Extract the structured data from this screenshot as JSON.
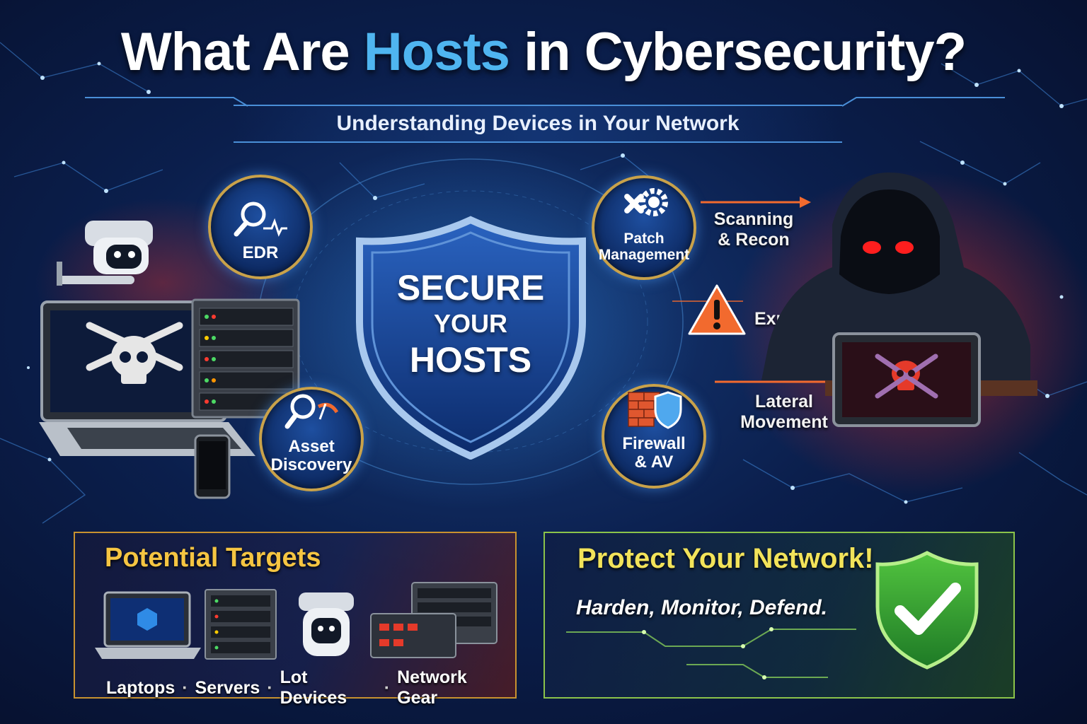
{
  "header": {
    "title_before": "What Are ",
    "title_highlight": "Hosts",
    "title_after": " in Cybersecurity?",
    "subtitle": "Understanding Devices in Your Network"
  },
  "center_shield": {
    "line1": "SECURE",
    "line2": "YOUR",
    "line3": "HOSTS"
  },
  "tools": {
    "edr": "EDR",
    "patch_line1": "Patch",
    "patch_line2": "Management",
    "asset_line1": "Asset",
    "asset_line2": "Discovery",
    "firewall_line1": "Firewall",
    "firewall_line2": "& AV"
  },
  "attacks": {
    "scan_line1": "Scanning",
    "scan_line2": "& Recon",
    "exploitation": "Exploitation",
    "lateral_line1": "Lateral",
    "lateral_line2": "Movement"
  },
  "targets_panel": {
    "title": "Potential Targets",
    "items": [
      "Laptops",
      "Servers",
      "Lot Devices",
      "Network Gear"
    ],
    "separator": "·"
  },
  "protect_panel": {
    "title": "Protect Your Network!",
    "motto": "Harden, Monitor, Defend."
  },
  "colors": {
    "accent_blue": "#4fb5f0",
    "gold": "#c9a24a",
    "threat_red": "#e53a2a",
    "warning_orange": "#f26a2e",
    "safe_green": "#3fae3a"
  }
}
